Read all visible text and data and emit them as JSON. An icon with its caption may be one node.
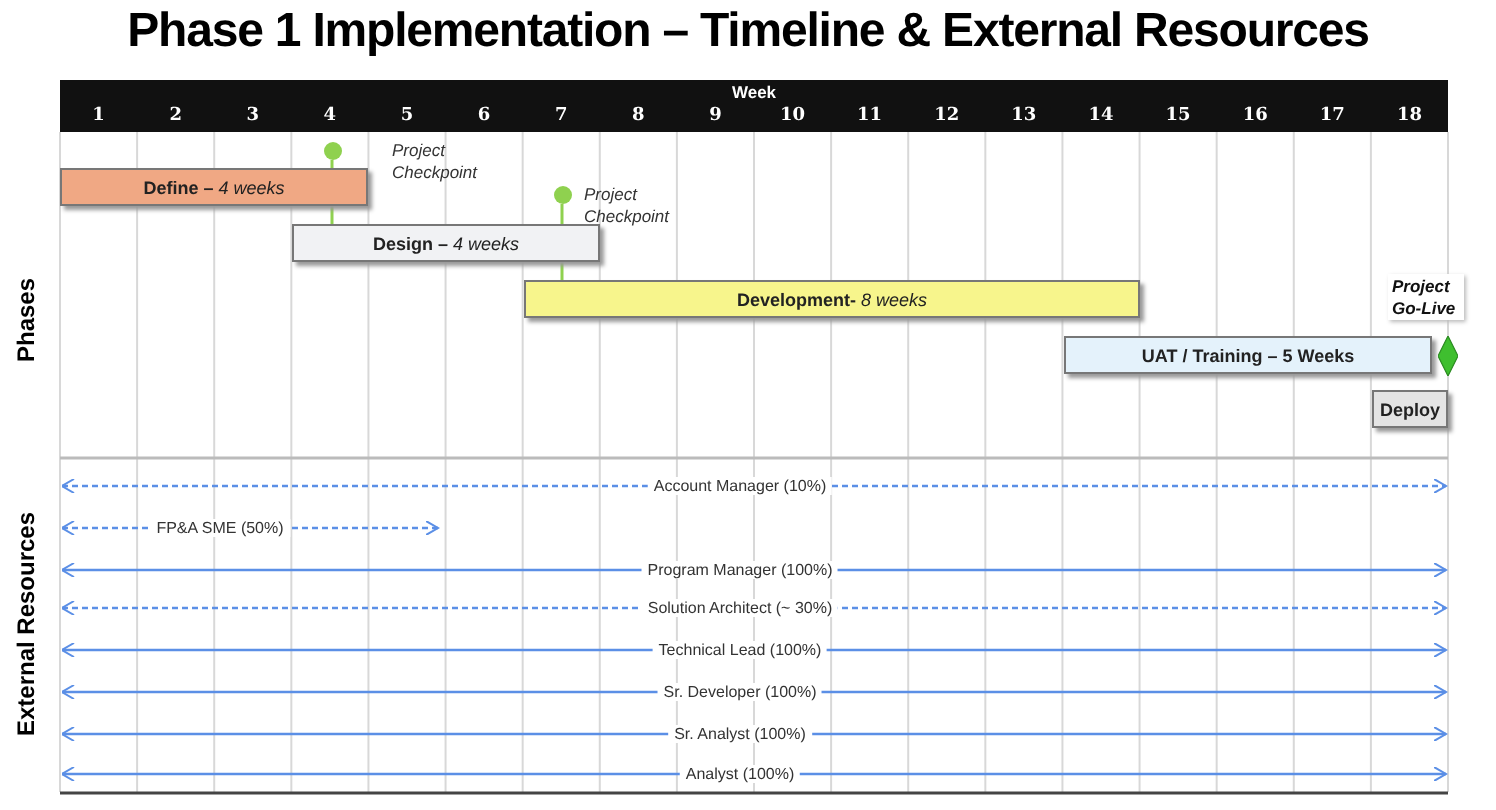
{
  "diagram": {
    "title": "Phase 1 Implementation – Timeline & External Resources",
    "nodes": [
      {
        "text": [
          "Define – *4 weeks*"
        ]
      },
      {
        "text": [],
        "shape": "circle"
      },
      {
        "text": [
          "Design – *4  weeks*"
        ]
      },
      {
        "text": [],
        "shape": "circle"
      },
      {
        "text": [
          "Development- *8 weeks*"
        ]
      },
      {
        "text": [
          "UAT / Training – 5 Weeks"
        ]
      },
      {
        "text": [],
        "shape": "diamond",
        "beside": [
          "Project Go-Live"
        ]
      },
      {
        "text": [
          "Deploy"
        ]
      }
    ],
    "edges": [
      {
        "from": 1,
        "to": 0,
        "arrow": "none",
        "color": "#8fd14f"
      },
      {
        "from": 0,
        "to": 2,
        "arrow": "none",
        "color": "#8fd14f"
      },
      {
        "from": 3,
        "to": 2,
        "arrow": "none",
        "color": "#8fd14f"
      },
      {
        "from": 2,
        "to": 4,
        "arrow": "none",
        "color": "#8fd14f"
      }
    ],
    "labels": [
      "Week",
      "1",
      "2",
      "3",
      "4",
      "5",
      "6",
      "7",
      "8",
      "9",
      "10",
      "11",
      "12",
      "13",
      "14",
      "15",
      "16",
      "17",
      "18",
      "Project Checkpoint",
      "Project Checkpoint",
      "Phases",
      "External Resources",
      "Account Manager (10%)",
      "FP&A SME (50%)",
      "Program Manager (100%)",
      "Solution Architect (~ 30%)",
      "Technical Lead (100%)",
      "Sr. Developer (100%)",
      "Sr. Analyst (100%)",
      "Analyst (100%)"
    ]
  }
}
